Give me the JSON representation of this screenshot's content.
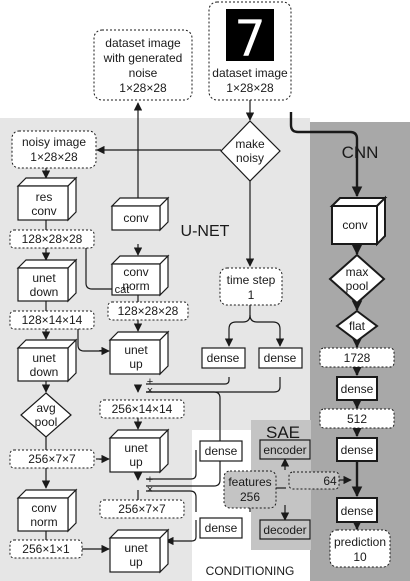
{
  "regions": {
    "unet_label": "U-NET",
    "cnn_label": "CNN",
    "sae_label": "SAE",
    "conditioning_label": "CONDITIONING"
  },
  "top": {
    "noise_image_line1": "dataset image",
    "noise_image_line2": "with generated",
    "noise_image_line3": "noise",
    "noise_image_shape": "1×28×28",
    "dataset_image_line1": "dataset image",
    "dataset_image_shape": "1×28×28",
    "digit": "7"
  },
  "unet": {
    "noisy_image_line1": "noisy image",
    "noisy_image_line2": "1×28×28",
    "make_noisy_line1": "make",
    "make_noisy_line2": "noisy",
    "res_conv_line1": "res",
    "res_conv_line2": "conv",
    "shape1": "128×28×28",
    "unet_down1_line1": "unet",
    "unet_down1_line2": "down",
    "shape2": "128×14×14",
    "unet_down2_line1": "unet",
    "unet_down2_line2": "down",
    "avg_pool_line1": "avg",
    "avg_pool_line2": "pool",
    "shape3": "256×7×7",
    "conv_norm1_line1": "conv",
    "conv_norm1_line2": "norm",
    "shape4": "256×1×1",
    "conv_top": "conv",
    "conv_norm2_line1": "conv",
    "conv_norm2_line2": "norm",
    "cat": "cat",
    "shape5": "128×28×28",
    "unet_up1_line1": "unet",
    "unet_up1_line2": "up",
    "shape6": "256×14×14",
    "unet_up2_line1": "unet",
    "unet_up2_line2": "up",
    "shape7": "256×7×7",
    "unet_up3_line1": "unet",
    "unet_up3_line2": "up",
    "plus": "+",
    "times": "×"
  },
  "conditioning": {
    "time_step_line1": "time step",
    "time_step_line2": "1",
    "dense": "dense",
    "features_line1": "features",
    "features_line2": "256"
  },
  "sae": {
    "encoder": "encoder",
    "decoder": "decoder",
    "latent": "64"
  },
  "cnn": {
    "conv": "conv",
    "max_pool_line1": "max",
    "max_pool_line2": "pool",
    "flat": "flat",
    "v1728": "1728",
    "dense": "dense",
    "v512": "512",
    "prediction_line1": "prediction",
    "prediction_line2": "10"
  },
  "colors": {
    "unet_bg": "#e6e6e6",
    "cnn_bg": "#a8a8a8",
    "sae_bg": "#c4c4c4",
    "conditioning_bg": "#ffffff"
  }
}
